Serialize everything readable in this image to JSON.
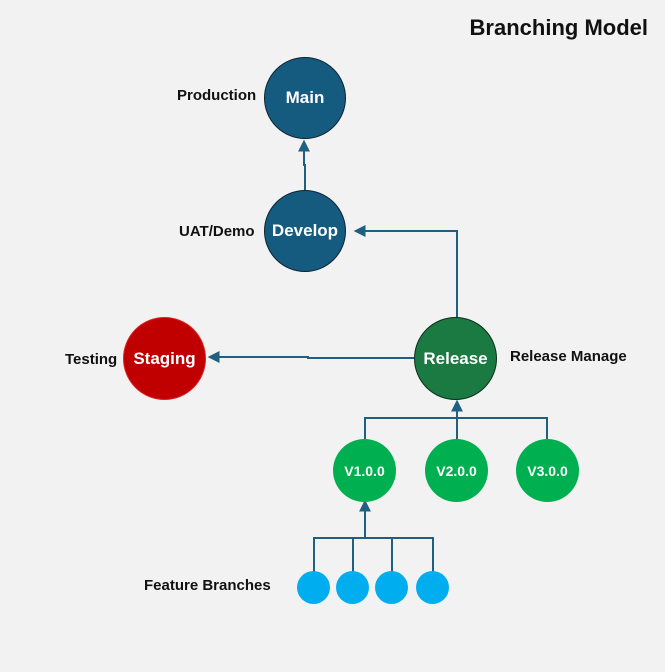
{
  "title": "Branching Model",
  "nodes": {
    "main": "Main",
    "develop": "Develop",
    "staging": "Staging",
    "release": "Release",
    "v1": "V1.0.0",
    "v2": "V2.0.0",
    "v3": "V3.0.0"
  },
  "labels": {
    "production": "Production",
    "uat": "UAT/Demo",
    "testing": "Testing",
    "release_manage": "Release Manage",
    "feature_branches": "Feature Branches"
  },
  "feature_branch_count": 4,
  "colors": {
    "main_develop": "#155a7f",
    "release": "#1a7a42",
    "staging": "#c00000",
    "versions": "#00b050",
    "features": "#00aeef",
    "connectors": "#1f5f82"
  }
}
